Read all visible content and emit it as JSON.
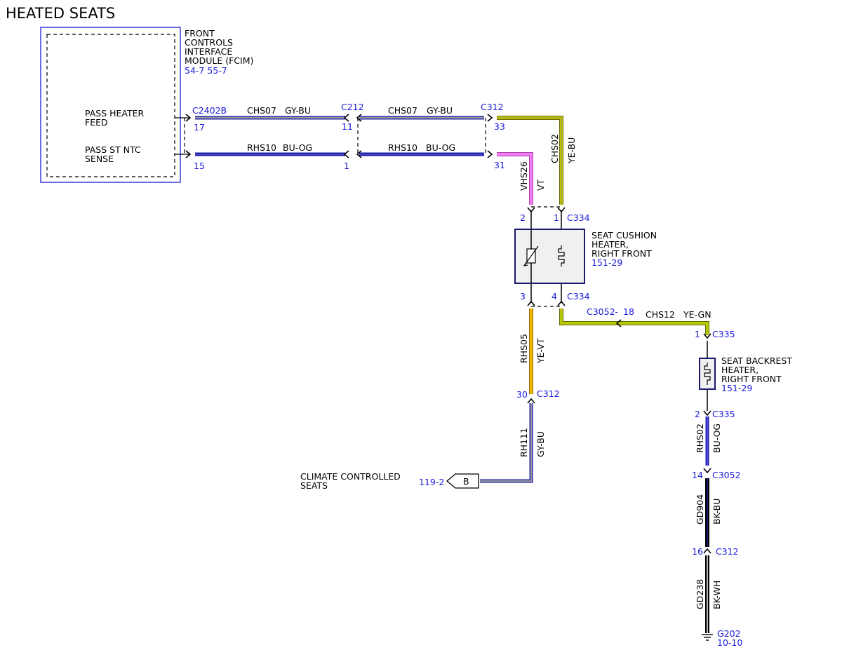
{
  "title": "HEATED SEATS",
  "fcim": {
    "name_lines": [
      "FRONT",
      "CONTROLS",
      "INTERFACE",
      "MODULE (FCIM)"
    ],
    "refs": "54-7  55-7",
    "feed_label": [
      "PASS HEATER",
      "FEED"
    ],
    "ntc_label": [
      "PASS ST NTC",
      "SENSE"
    ]
  },
  "connectors": {
    "c2402b": "C2402B",
    "c212": "C212",
    "c312": "C312",
    "c334": "C334",
    "c3052_18": "C3052-",
    "c335": "C335",
    "c3052": "C3052",
    "g202": "G202"
  },
  "pins": {
    "p17": "17",
    "p15": "15",
    "p11": "11",
    "p1a": "1",
    "p33": "33",
    "p31": "31",
    "p2": "2",
    "p1b": "1",
    "p3": "3",
    "p4": "4",
    "p18": "18",
    "p1c": "1",
    "p2b": "2",
    "p30": "30",
    "p14": "14",
    "p16": "16"
  },
  "wires": {
    "w1": {
      "circuit": "CHS07",
      "color": "GY-BU"
    },
    "w2": {
      "circuit": "CHS07",
      "color": "GY-BU"
    },
    "w3": {
      "circuit": "RHS10",
      "color": "BU-OG"
    },
    "w4": {
      "circuit": "RHS10",
      "color": "BU-OG"
    },
    "w5": {
      "circuit": "CHS02",
      "color": "YE-BU"
    },
    "w6": {
      "circuit": "VHS26",
      "color": "VT"
    },
    "w7": {
      "circuit": "CHS12",
      "color": "YE-GN"
    },
    "w8": {
      "circuit": "RHS05",
      "color": "YE-VT"
    },
    "w9": {
      "circuit": "RH111",
      "color": "GY-BU"
    },
    "w10": {
      "circuit": "RHS02",
      "color": "BU-OG"
    },
    "w11": {
      "circuit": "GD904",
      "color": "BK-BU"
    },
    "w12": {
      "circuit": "GD238",
      "color": "BK-WH"
    }
  },
  "cushion": {
    "name_lines": [
      "SEAT CUSHION",
      "HEATER,",
      "RIGHT FRONT"
    ],
    "ref": "151-29"
  },
  "backrest": {
    "name_lines": [
      "SEAT BACKREST",
      "HEATER,",
      "RIGHT FRONT"
    ],
    "ref": "151-29"
  },
  "climate": {
    "name_lines": [
      "CLIMATE CONTROLLED",
      "SEATS"
    ],
    "ref": "119-2",
    "tag": "B"
  },
  "ground_ref": "10-10",
  "colors": {
    "gray": "#8a8a8a",
    "blue": "#2a2aa8",
    "yellow": "#d8d800",
    "violet": "#e070e0",
    "orange": "#e8b000",
    "black": "#111111",
    "link": "#1a1adb"
  }
}
